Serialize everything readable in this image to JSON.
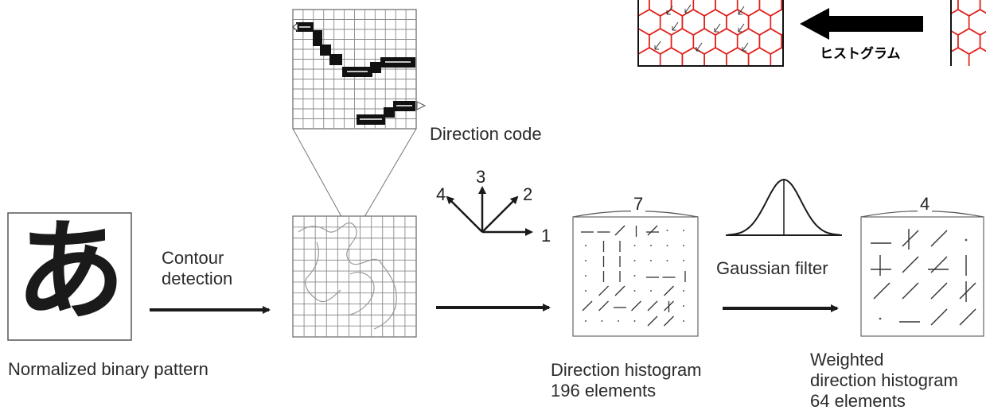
{
  "labels": {
    "normalized_binary_pattern": "Normalized binary pattern",
    "contour_detection_line1": "Contour",
    "contour_detection_line2": "detection",
    "direction_code": "Direction code",
    "direction_histogram_line1": "Direction histogram",
    "direction_histogram_line2": "196 elements",
    "gaussian_filter": "Gaussian filter",
    "weighted_line1": "Weighted",
    "weighted_line2": "direction histogram",
    "weighted_line3": "64 elements",
    "histogram_jp": "ヒストグラム"
  },
  "sample_character": "あ",
  "direction_axis_numbers": [
    "1",
    "2",
    "3",
    "4"
  ],
  "grid_size_labels": {
    "direction_histogram": "7",
    "weighted_histogram": "4"
  },
  "colors": {
    "line": "#2b2b2b",
    "grid": "#8a8a8a",
    "hex_red": "#e0201a",
    "ink": "#1a1a1a"
  }
}
